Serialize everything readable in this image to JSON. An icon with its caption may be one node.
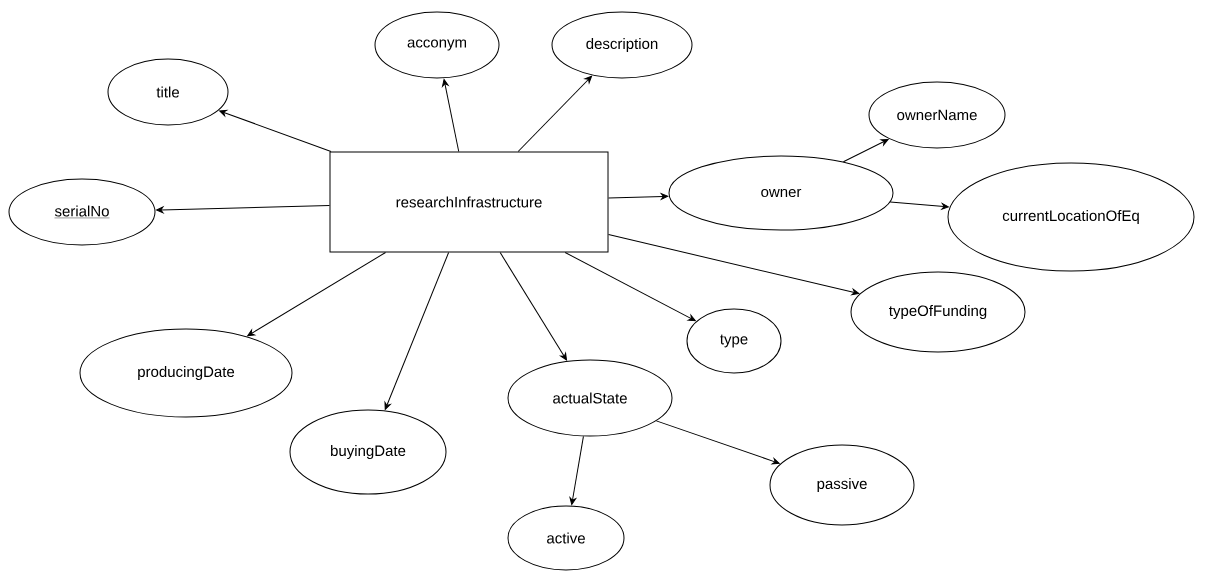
{
  "diagram": {
    "nodes": [
      {
        "text": [
          "researchInfrastructure"
        ]
      },
      {
        "text": [
          "title"
        ]
      },
      {
        "text": [
          "acconym"
        ]
      },
      {
        "text": [
          "description"
        ]
      },
      {
        "text": [
          "serialNo"
        ]
      },
      {
        "text": [
          "owner"
        ]
      },
      {
        "text": [
          "ownerName"
        ]
      },
      {
        "text": [
          "currentLocationOfEq"
        ]
      },
      {
        "text": [
          "typeOfFunding"
        ]
      },
      {
        "text": [
          "type"
        ]
      },
      {
        "text": [
          "producingDate"
        ]
      },
      {
        "text": [
          "buyingDate"
        ]
      },
      {
        "text": [
          "actualState"
        ]
      },
      {
        "text": [
          "passive"
        ]
      },
      {
        "text": [
          "active"
        ]
      }
    ],
    "edges": [
      {
        "from": 0,
        "to": 1,
        "arrow": "to"
      },
      {
        "from": 0,
        "to": 2,
        "arrow": "to"
      },
      {
        "from": 0,
        "to": 3,
        "arrow": "to"
      },
      {
        "from": 0,
        "to": 4,
        "arrow": "to"
      },
      {
        "from": 0,
        "to": 5,
        "arrow": "to"
      },
      {
        "from": 5,
        "to": 6,
        "arrow": "to"
      },
      {
        "from": 5,
        "to": 7,
        "arrow": "to"
      },
      {
        "from": 0,
        "to": 8,
        "arrow": "to"
      },
      {
        "from": 0,
        "to": 9,
        "arrow": "to"
      },
      {
        "from": 0,
        "to": 10,
        "arrow": "to"
      },
      {
        "from": 0,
        "to": 11,
        "arrow": "to"
      },
      {
        "from": 0,
        "to": 12,
        "arrow": "to"
      },
      {
        "from": 12,
        "to": 13,
        "arrow": "to"
      },
      {
        "from": 12,
        "to": 14,
        "arrow": "to"
      }
    ]
  }
}
